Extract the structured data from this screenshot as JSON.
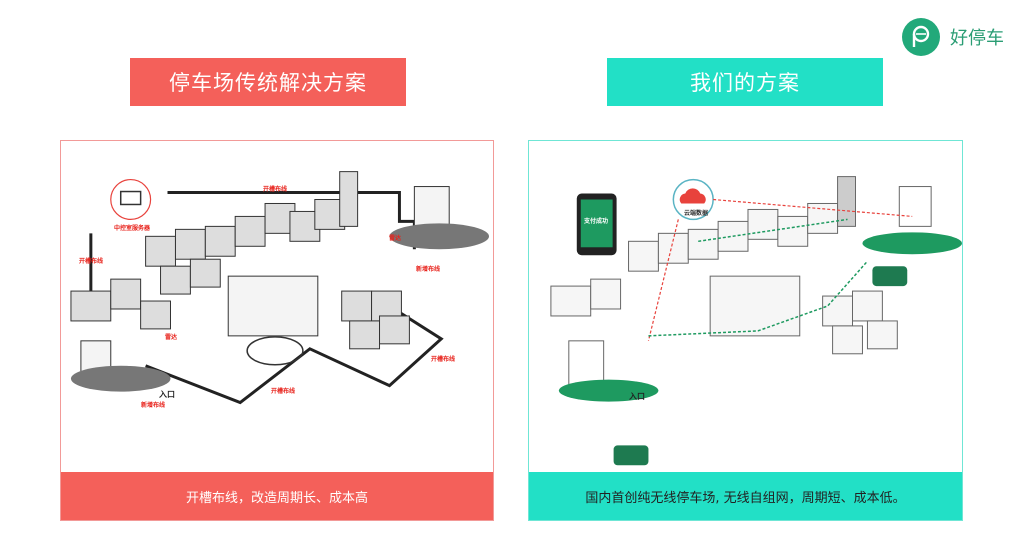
{
  "brand": {
    "name": "好停车",
    "logo_letter": "P",
    "color": "#22a97a"
  },
  "left": {
    "title": "停车场传统解决方案",
    "caption": "开槽布线，改造周期长、成本高",
    "accent": "#f4605a",
    "labels": {
      "server": "中控室服务器",
      "trench": "开槽布线",
      "radar": "雷达",
      "new_wiring": "新增布线",
      "entrance": "入口"
    }
  },
  "right": {
    "title": "我们的方案",
    "caption": "国内首创纯无线停车场, 无线自组网，周期短、成本低。",
    "accent": "#22e0c6",
    "labels": {
      "payment": "支付成功",
      "cloud": "云端数据",
      "entrance": "入口"
    }
  }
}
